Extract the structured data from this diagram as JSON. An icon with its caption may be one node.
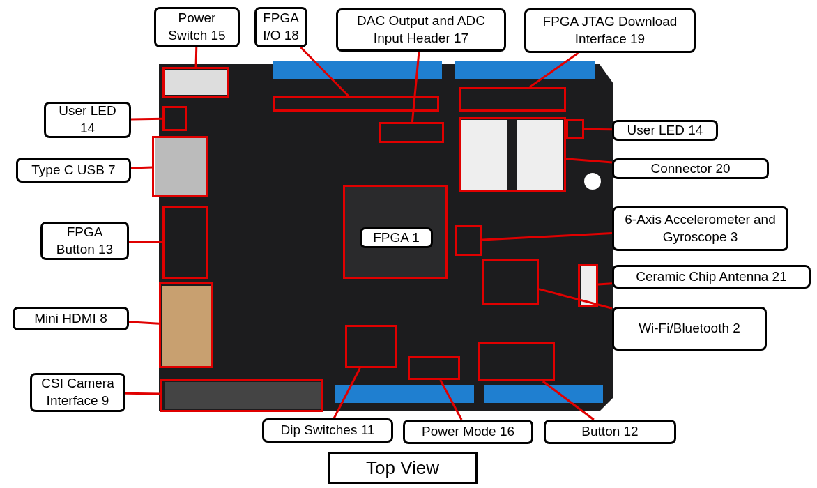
{
  "diagram": {
    "title": "Top View",
    "nodes": [
      {
        "text": [
          "Power Switch 15"
        ]
      },
      {
        "text": [],
        "shape": "box"
      },
      {
        "text": [
          "FPGA I/O 18"
        ]
      },
      {
        "text": [],
        "shape": "box"
      },
      {
        "text": [
          "DAC Output and ADC Input Header 17"
        ]
      },
      {
        "text": [],
        "shape": "box"
      },
      {
        "text": [
          "FPGA JTAG Download Interface 19"
        ]
      },
      {
        "text": [],
        "shape": "box"
      },
      {
        "text": [
          "User LED 14"
        ]
      },
      {
        "text": [],
        "shape": "box"
      },
      {
        "text": [
          "User LED 14"
        ]
      },
      {
        "text": [],
        "shape": "box"
      },
      {
        "text": [
          "Connector 20"
        ]
      },
      {
        "text": [],
        "shape": "box"
      },
      {
        "text": [
          "Type C USB 7"
        ]
      },
      {
        "text": [],
        "shape": "box"
      },
      {
        "text": [
          "FPGA Button 13"
        ]
      },
      {
        "text": [],
        "shape": "box"
      },
      {
        "text": [],
        "shape": "box"
      },
      {
        "text": [
          "FPGA 1"
        ],
        "in": 18
      },
      {
        "text": [
          "6-Axis Accelerometer and Gyroscope 3"
        ]
      },
      {
        "text": [],
        "shape": "box"
      },
      {
        "text": [
          "Ceramic Chip Antenna 21"
        ]
      },
      {
        "text": [],
        "shape": "box"
      },
      {
        "text": [
          "Wi-Fi/Bluetooth 2"
        ]
      },
      {
        "text": [],
        "shape": "box"
      },
      {
        "text": [
          "Mini HDMI 8"
        ]
      },
      {
        "text": [],
        "shape": "box"
      },
      {
        "text": [
          "CSI Camera Interface 9"
        ]
      },
      {
        "text": [],
        "shape": "box"
      },
      {
        "text": [
          "Dip Switches 11"
        ]
      },
      {
        "text": [],
        "shape": "box"
      },
      {
        "text": [
          "Power Mode 16"
        ]
      },
      {
        "text": [],
        "shape": "box"
      },
      {
        "text": [
          "Button 12"
        ]
      },
      {
        "text": [],
        "shape": "box"
      }
    ],
    "edges": [
      {
        "from": 0,
        "to": 1,
        "arrow": "none"
      },
      {
        "from": 2,
        "to": 3,
        "arrow": "none"
      },
      {
        "from": 4,
        "to": 5,
        "arrow": "none"
      },
      {
        "from": 6,
        "to": 7,
        "arrow": "none"
      },
      {
        "from": 8,
        "to": 9,
        "arrow": "none"
      },
      {
        "from": 10,
        "to": 11,
        "arrow": "none"
      },
      {
        "from": 12,
        "to": 13,
        "arrow": "none"
      },
      {
        "from": 14,
        "to": 15,
        "arrow": "none"
      },
      {
        "from": 16,
        "to": 17,
        "arrow": "none"
      },
      {
        "from": 20,
        "to": 21,
        "arrow": "none"
      },
      {
        "from": 22,
        "to": 23,
        "arrow": "none"
      },
      {
        "from": 24,
        "to": 25,
        "arrow": "none"
      },
      {
        "from": 26,
        "to": 27,
        "arrow": "none"
      },
      {
        "from": 28,
        "to": 29,
        "arrow": "none"
      },
      {
        "from": 30,
        "to": 31,
        "arrow": "none"
      },
      {
        "from": 32,
        "to": 33,
        "arrow": "none"
      },
      {
        "from": 34,
        "to": 35,
        "arrow": "none"
      }
    ]
  }
}
